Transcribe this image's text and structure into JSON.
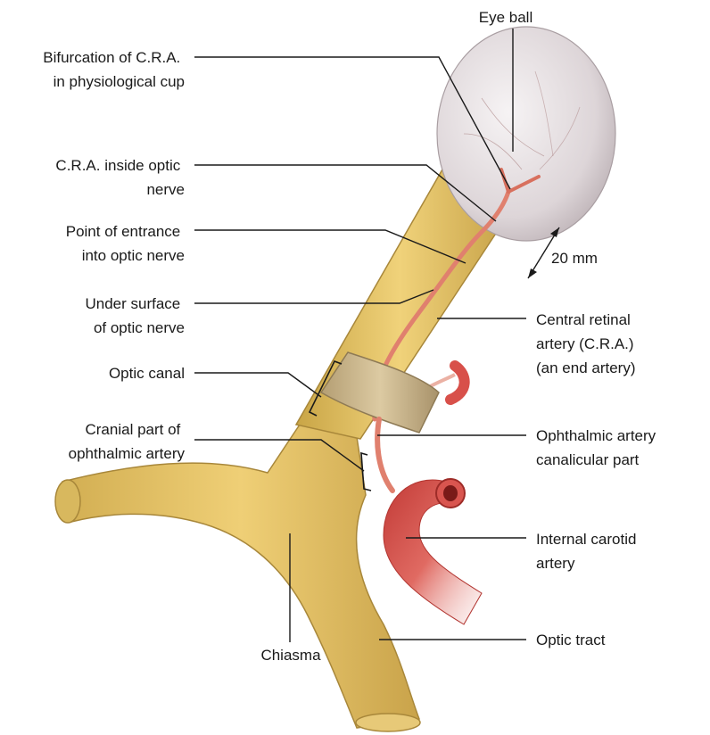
{
  "labels": {
    "eye_ball": "Eye ball",
    "bifurcation": [
      "Bifurcation of C.R.A.",
      "in physiological cup"
    ],
    "cra_inside": [
      "C.R.A. inside optic",
      "nerve"
    ],
    "point_entrance": [
      "Point of entrance",
      "into optic nerve"
    ],
    "under_surface": [
      "Under surface",
      "of optic nerve"
    ],
    "optic_canal": "Optic canal",
    "cranial_part": [
      "Cranial part of",
      "ophthalmic artery"
    ],
    "chiasma": "Chiasma",
    "central_retinal": [
      "Central retinal",
      "artery (C.R.A.)",
      "(an end artery)"
    ],
    "ophthalmic_canalicular": [
      "Ophthalmic artery",
      "canalicular part"
    ],
    "internal_carotid": [
      "Internal carotid",
      "artery"
    ],
    "optic_tract": "Optic tract",
    "distance": "20 mm"
  },
  "colors": {
    "nerve": "#e3c266",
    "nerve_dark": "#b8923a",
    "canal": "#c9b48a",
    "artery": "#d9554f",
    "cra": "#e0806e",
    "eyeball": "#e7e2e4",
    "leader": "#1a1a1a"
  }
}
